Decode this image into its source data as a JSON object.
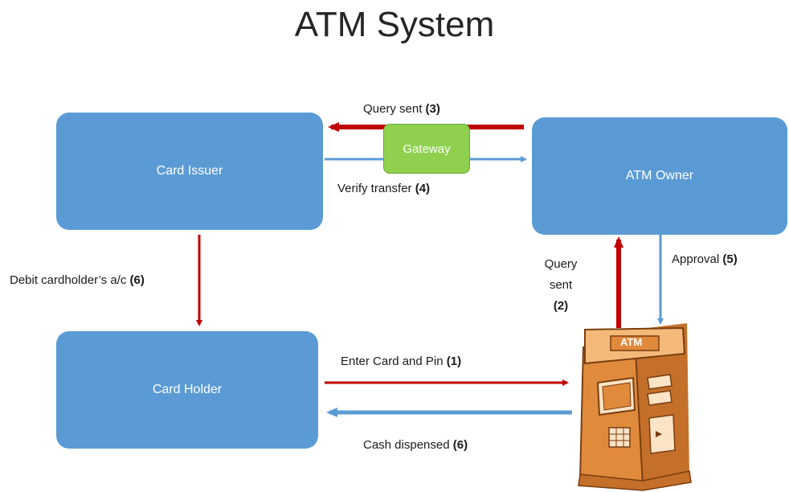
{
  "title": "ATM System",
  "nodes": {
    "card_issuer": "Card Issuer",
    "atm_owner": "ATM Owner",
    "card_holder": "Card Holder",
    "gateway": "Gateway",
    "atm_sign": "ATM"
  },
  "edges": {
    "query_sent_3": {
      "text": "Query sent",
      "step": "(3)"
    },
    "verify_transfer_4": {
      "text": "Verify transfer",
      "step": "(4)"
    },
    "debit_6": {
      "text": "Debit cardholder’s a/c",
      "step": "(6)"
    },
    "query_sent_2": {
      "line1": "Query",
      "line2": "sent",
      "step": "(2)"
    },
    "approval_5": {
      "text": "Approval",
      "step": "(5)"
    },
    "enter_card_1": {
      "text": "Enter Card and Pin",
      "step": "(1)"
    },
    "cash_dispensed_6": {
      "text": "Cash dispensed",
      "step": "(6)"
    }
  },
  "colors": {
    "box": "#5b9bd5",
    "gateway": "#8fd14f",
    "red_arrow": "#c00000",
    "blue_arrow": "#5b9bd5",
    "atm_body": "#e08a3c"
  }
}
